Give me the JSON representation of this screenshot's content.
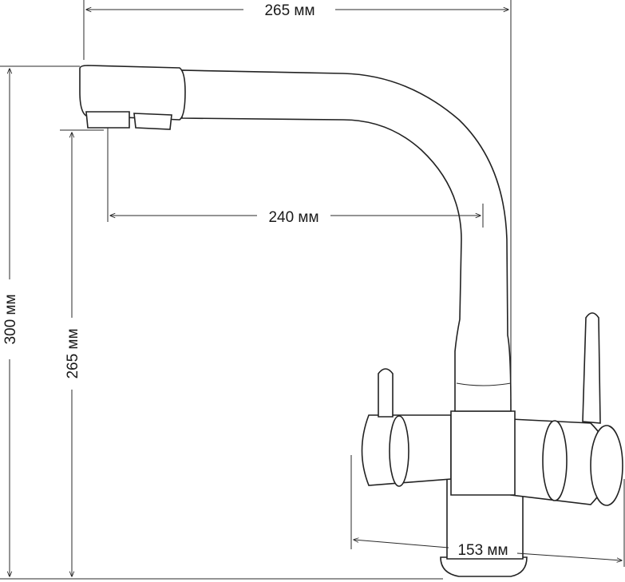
{
  "dimensions": {
    "top_width": "265 мм",
    "spout_reach": "240 мм",
    "total_height": "300 мм",
    "spout_height": "265 мм",
    "base_width": "153 мм"
  }
}
